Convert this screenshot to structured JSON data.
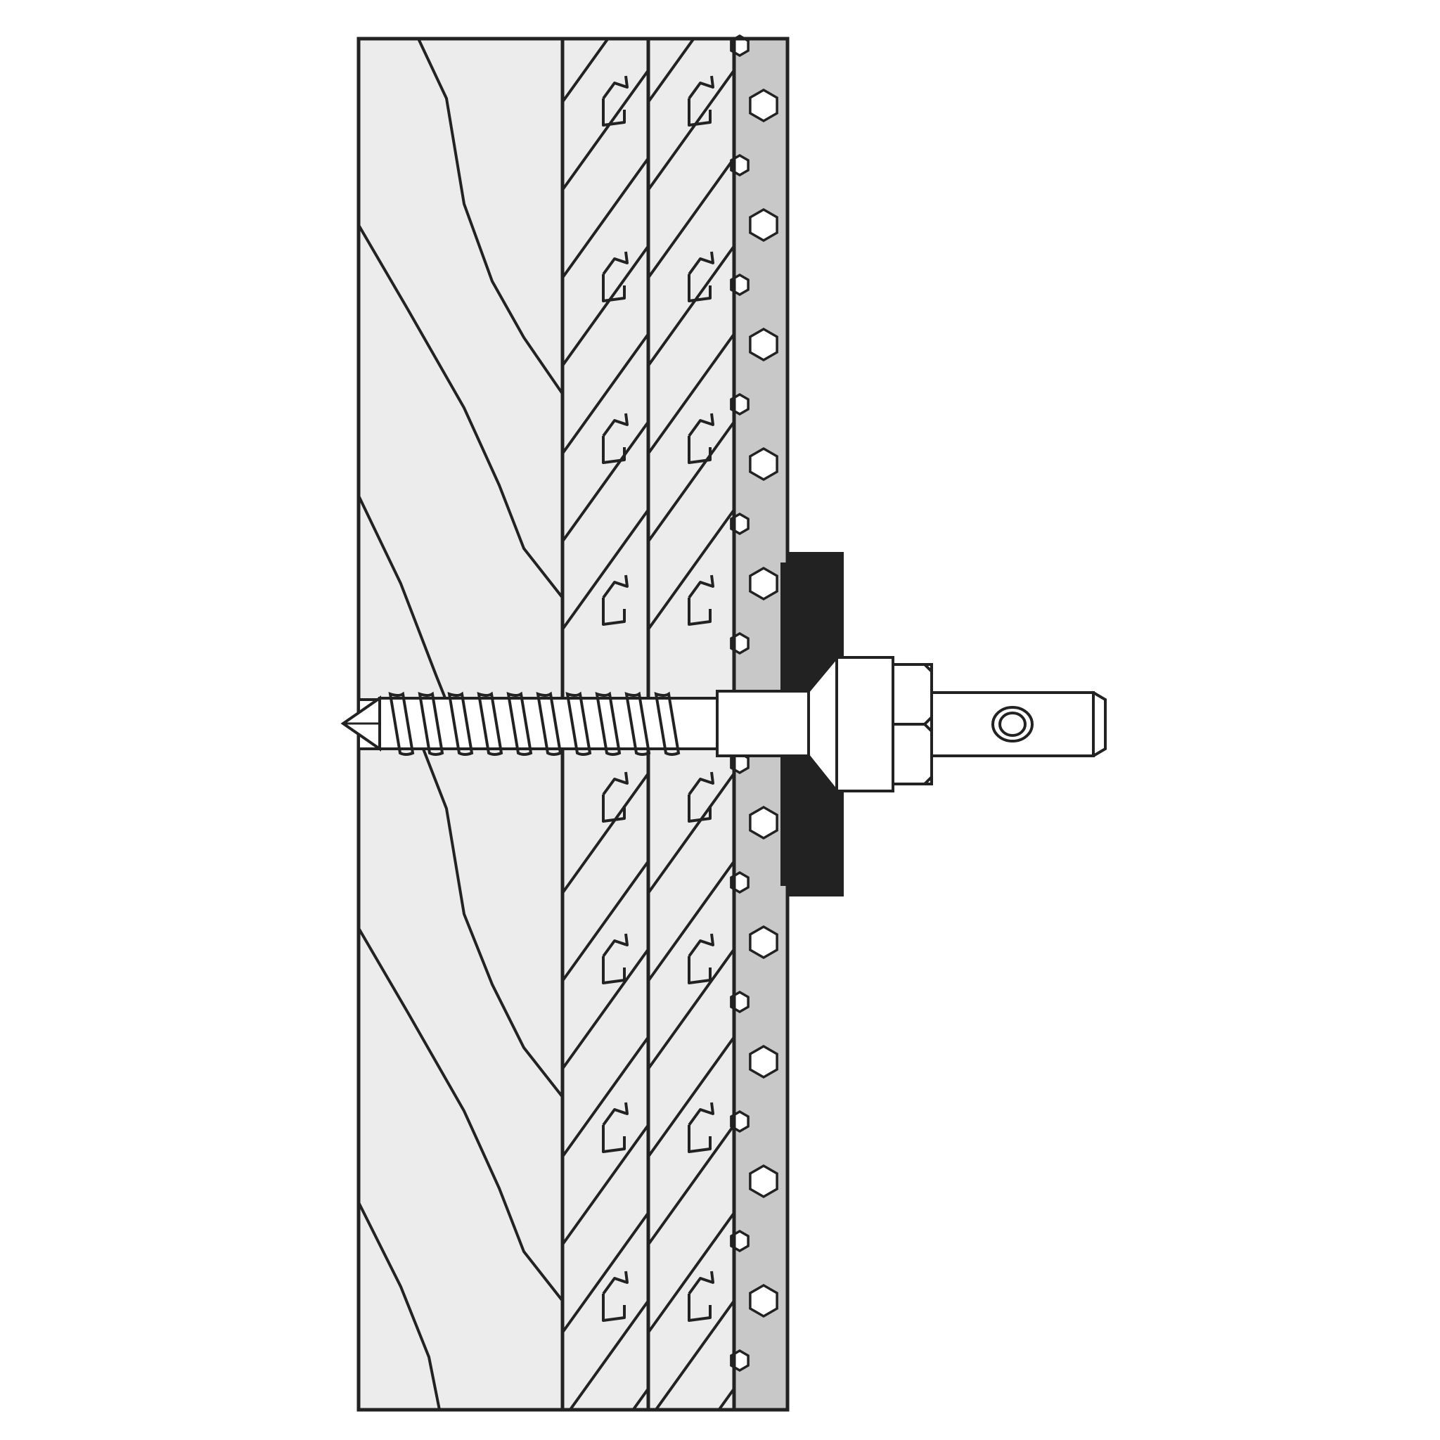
{
  "diagram": {
    "components": [
      "timber-stud",
      "insulation-board",
      "insulation-board",
      "plaster-layer",
      "rubber-washer",
      "screw-bolt",
      "hex-nut"
    ]
  },
  "colors": {
    "background": "#ffffff",
    "wood_fill": "#ececec",
    "board_fill": "#ececec",
    "plaster_fill": "#c8c8c8",
    "washer_fill": "#222222",
    "metal_fill": "#ffffff",
    "line": "#222222"
  }
}
